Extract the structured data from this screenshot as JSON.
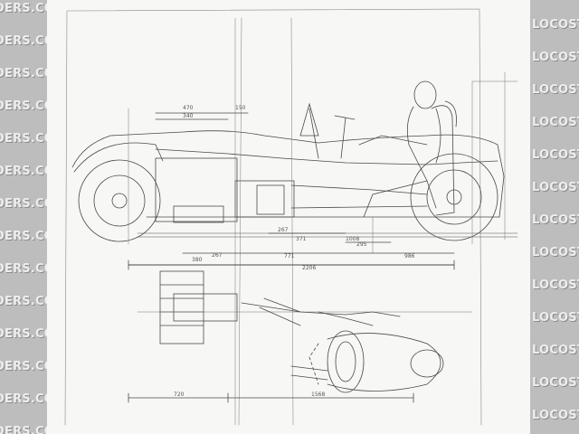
{
  "watermark": {
    "text_left": "DERS.CO.UK",
    "text_right": "LOCOST",
    "rows": 14
  },
  "drawing": {
    "side_dims": {
      "top_a": "470",
      "top_b": "340",
      "top_c": "150",
      "mid_a": "267",
      "mid_b": "371",
      "mid_c": "1008",
      "mid_d": "295",
      "bottom_a": "380",
      "bottom_b": "267",
      "bottom_c": "771",
      "bottom_d": "986",
      "overall": "2206"
    },
    "plan_dims": {
      "left": "720",
      "right": "1568"
    }
  },
  "colors": {
    "ink": "#444444",
    "paper": "#f7f7f5",
    "strip": "#bdbdbd"
  }
}
